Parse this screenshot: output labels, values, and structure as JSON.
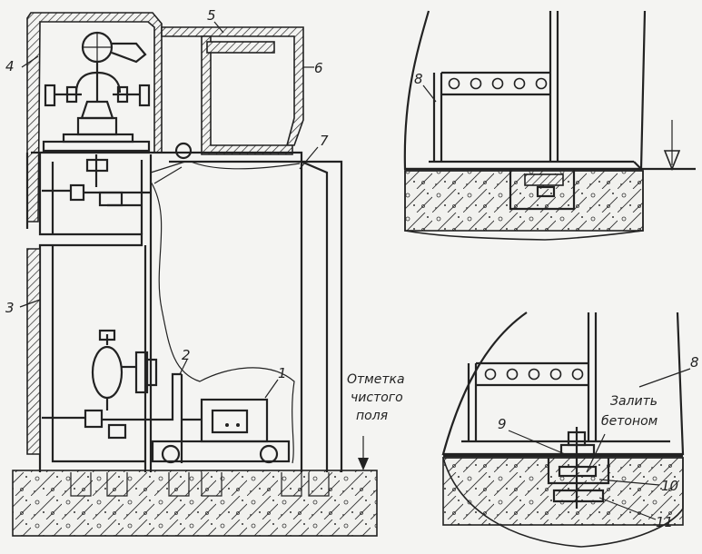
{
  "labels": {
    "l1": "1",
    "l2": "2",
    "l3": "3",
    "l4": "4",
    "l5": "5",
    "l6": "6",
    "l7": "7",
    "l8a": "8",
    "l8b": "8",
    "l9": "9",
    "l10": "10",
    "l11": "11"
  },
  "notes": {
    "ground_mark": [
      "Отметка",
      "чистого",
      "поля"
    ],
    "concrete_fill": [
      "Залить",
      "бетоном"
    ]
  },
  "colors": {
    "ink": "#222222",
    "paper": "#f4f4f2"
  }
}
